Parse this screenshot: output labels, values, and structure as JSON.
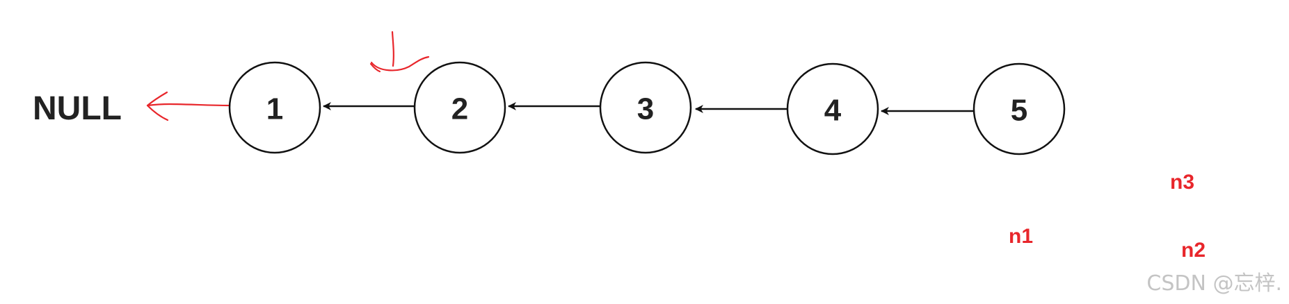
{
  "diagram": {
    "null_label": "NULL",
    "nodes": [
      {
        "label": "1"
      },
      {
        "label": "2"
      },
      {
        "label": "3"
      },
      {
        "label": "4"
      },
      {
        "label": "5"
      }
    ],
    "pointer_labels": {
      "n1": "n1",
      "n2": "n2",
      "n3": "n3"
    },
    "watermark": "CSDN @忘梓.",
    "colors": {
      "stroke": "#111111",
      "text": "#222222",
      "annotation": "#e8262b",
      "watermark": "#c4c4c4"
    }
  }
}
